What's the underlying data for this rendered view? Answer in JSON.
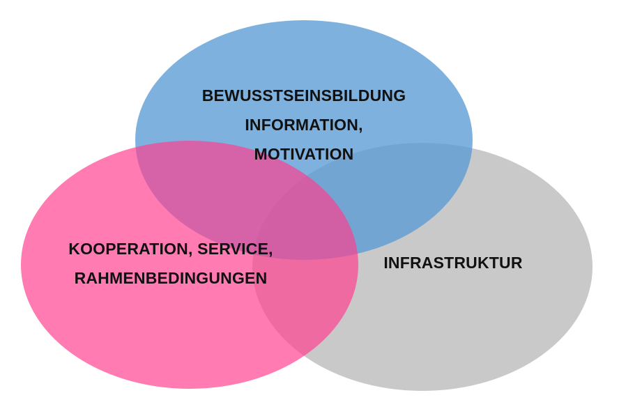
{
  "colors": {
    "awareness": "#5b9bd5",
    "cooperation": "#ff4f98",
    "infrastructure": "#c9c9c9"
  },
  "circles": {
    "awareness": {
      "lines": [
        "BEWUSSTSEINSBILDUNG",
        "INFORMATION,",
        "MOTIVATION"
      ]
    },
    "cooperation": {
      "lines": [
        "KOOPERATION, SERVICE,",
        "RAHMENBEDINGUNGEN"
      ]
    },
    "infrastructure": {
      "lines": [
        "INFRASTRUKTUR"
      ]
    }
  }
}
